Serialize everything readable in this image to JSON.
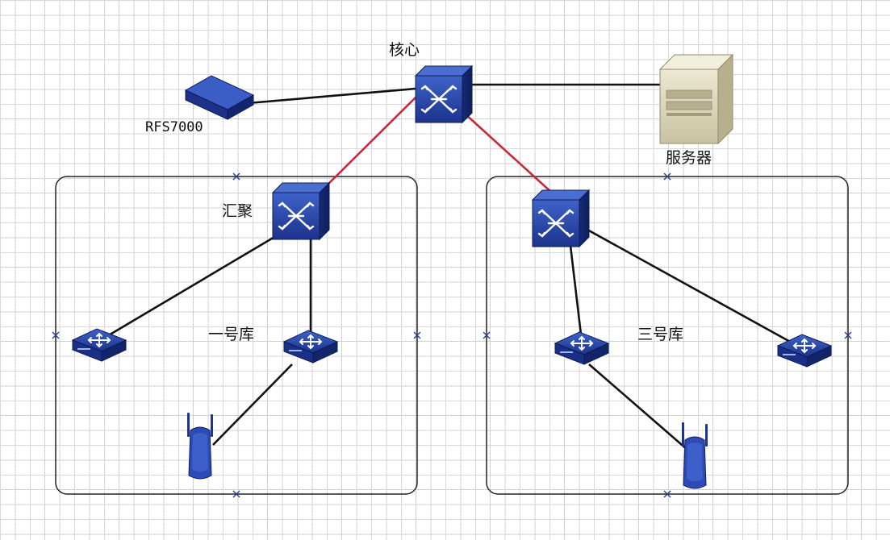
{
  "labels": {
    "core": "核心",
    "rfs": "RFS7000",
    "server": "服务器",
    "aggregation": "汇聚",
    "warehouse1": "一号库",
    "warehouse3": "三号库"
  },
  "colors": {
    "device_blue": "#1f3b9c",
    "link_black": "#111111",
    "link_red": "#c8283a",
    "server_beige": "#d8d2b6"
  }
}
